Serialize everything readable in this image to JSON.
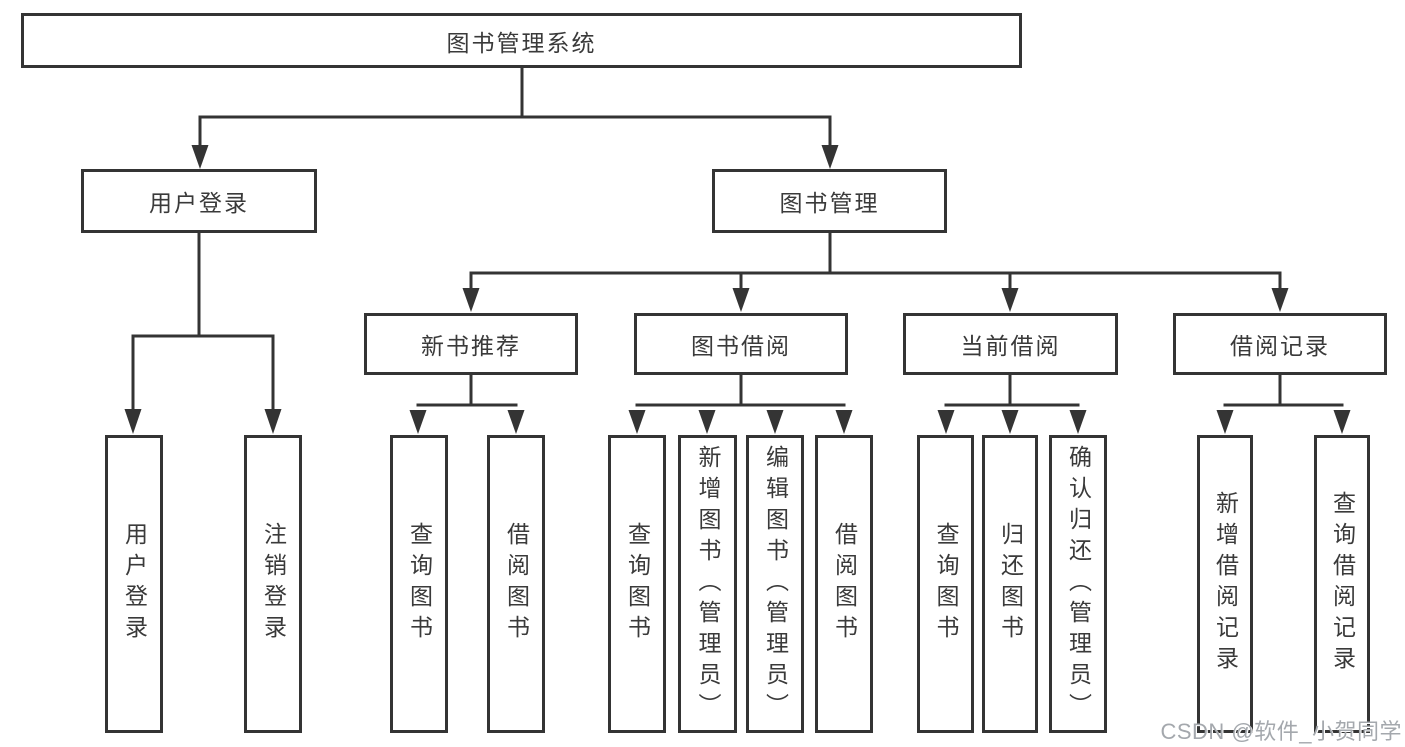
{
  "diagram": {
    "root": {
      "label": "图书管理系统"
    },
    "branches": [
      {
        "label": "用户登录",
        "children": [
          {
            "label": "用户登录"
          },
          {
            "label": "注销登录"
          }
        ]
      },
      {
        "label": "图书管理",
        "children": [
          {
            "label": "新书推荐",
            "children": [
              {
                "label": "查询图书"
              },
              {
                "label": "借阅图书"
              }
            ]
          },
          {
            "label": "图书借阅",
            "children": [
              {
                "label": "查询图书"
              },
              {
                "label": "新增图书（管理员）"
              },
              {
                "label": "编辑图书（管理员）"
              },
              {
                "label": "借阅图书"
              }
            ]
          },
          {
            "label": "当前借阅",
            "children": [
              {
                "label": "查询图书"
              },
              {
                "label": "归还图书"
              },
              {
                "label": "确认归还（管理员）"
              }
            ]
          },
          {
            "label": "借阅记录",
            "children": [
              {
                "label": "新增借阅记录"
              },
              {
                "label": "查询借阅记录"
              }
            ]
          }
        ]
      }
    ]
  },
  "watermark": {
    "text": "CSDN @软件_小贺同学"
  },
  "colors": {
    "line": "#343434",
    "box_border": "#343434",
    "text": "#3a3a3a",
    "background": "#ffffff",
    "watermark": "#a4a8ad"
  }
}
